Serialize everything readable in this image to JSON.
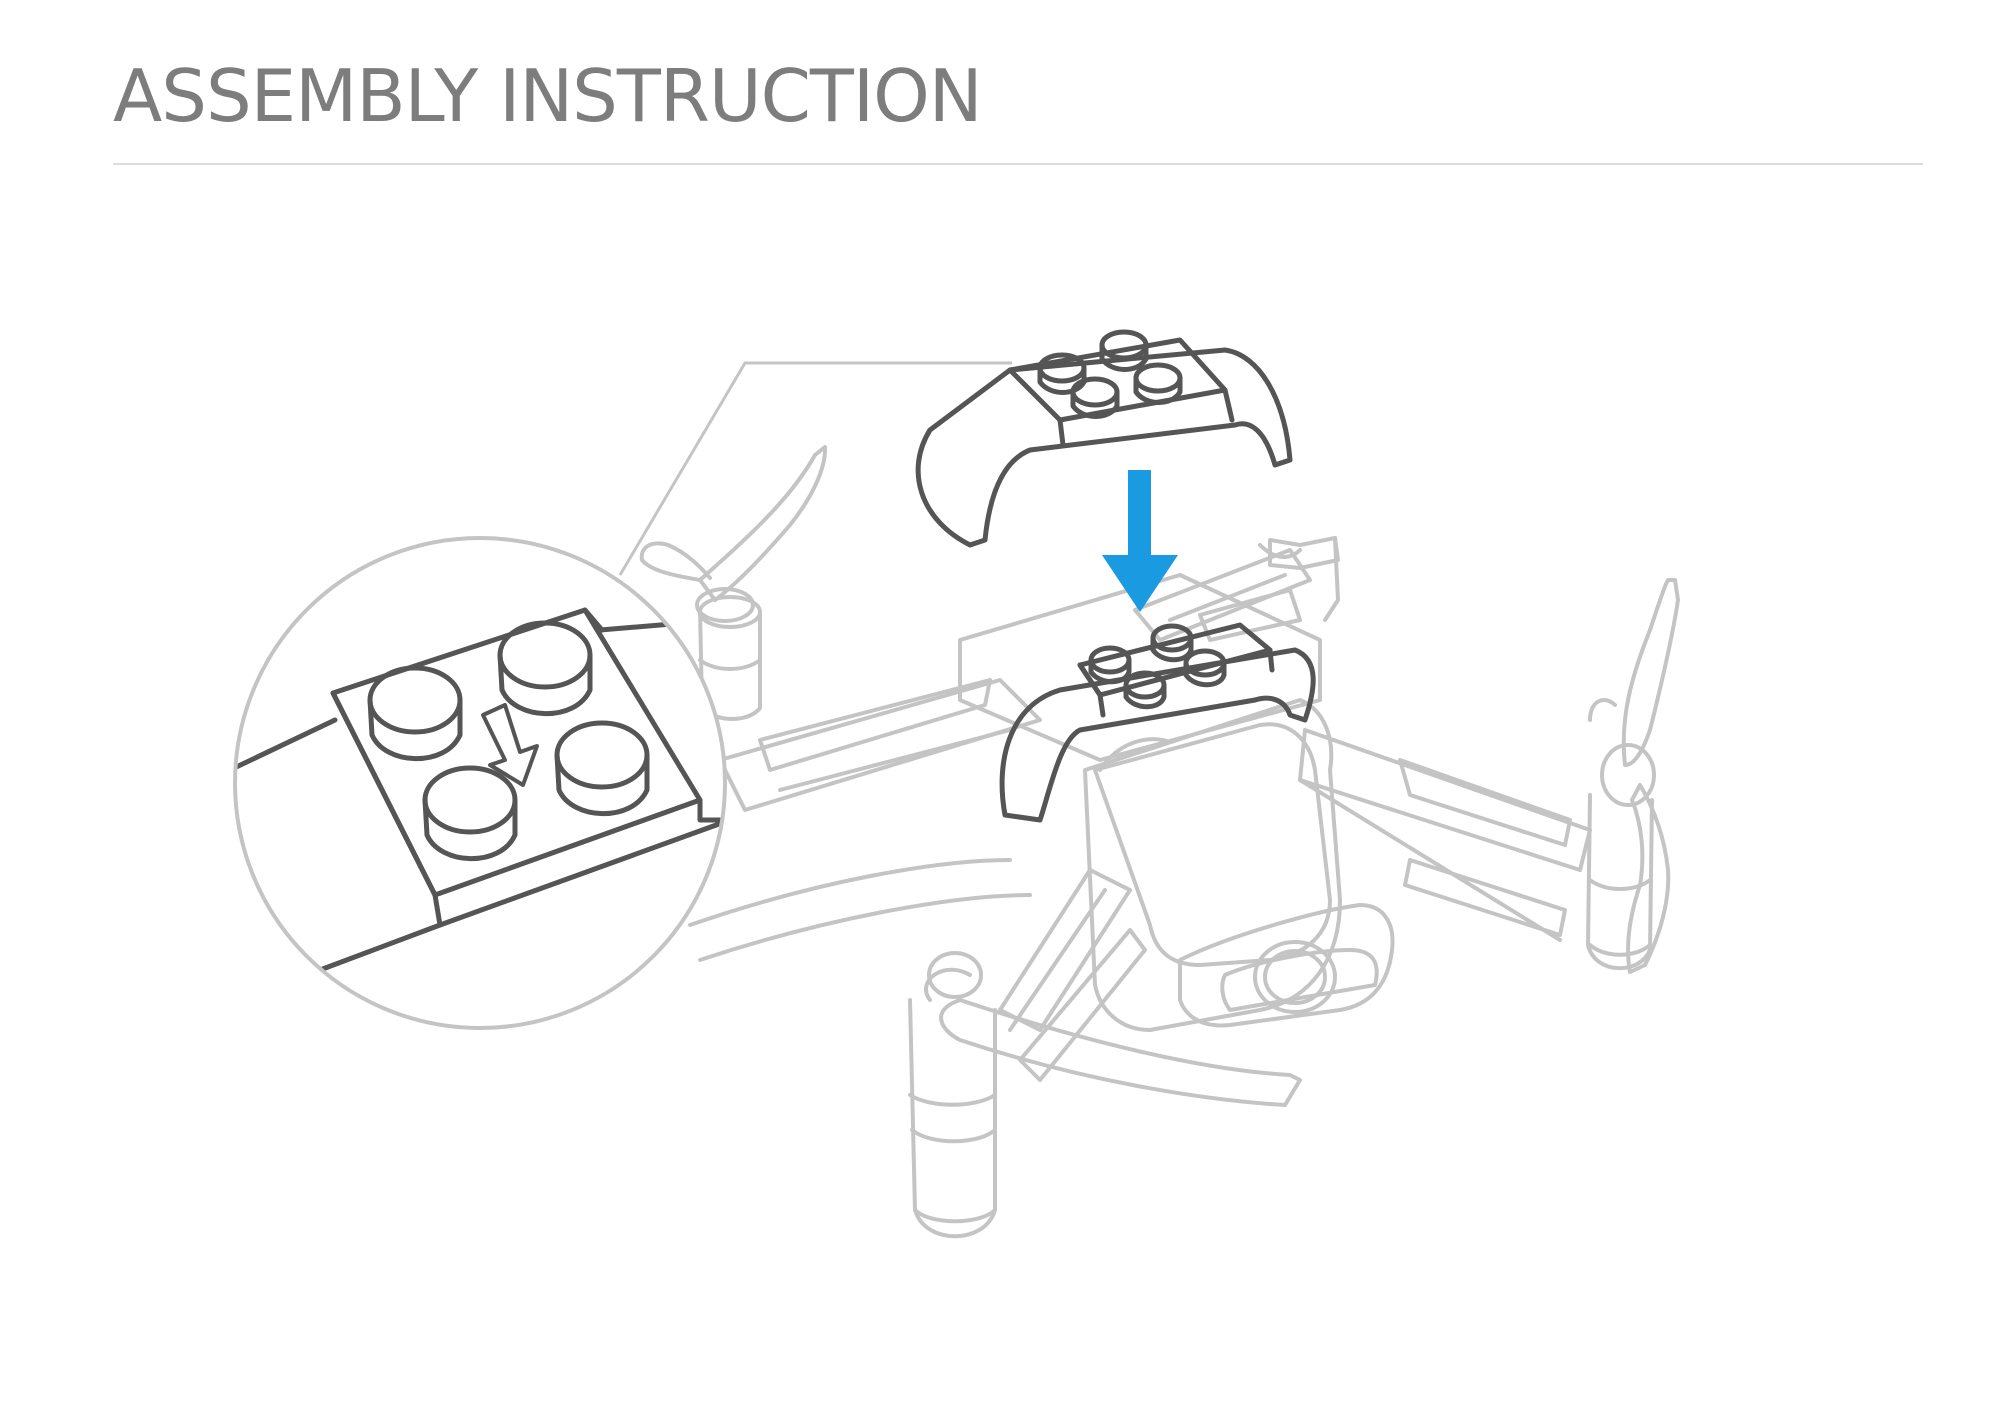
{
  "page": {
    "title": "ASSEMBLY INSTRUCTION"
  },
  "illustration": {
    "subject": "drone",
    "part": "brick-adapter",
    "arrow_color": "#1a9ae0",
    "faded_line_color": "#c4c4c4",
    "detail_line_color": "#555555"
  }
}
